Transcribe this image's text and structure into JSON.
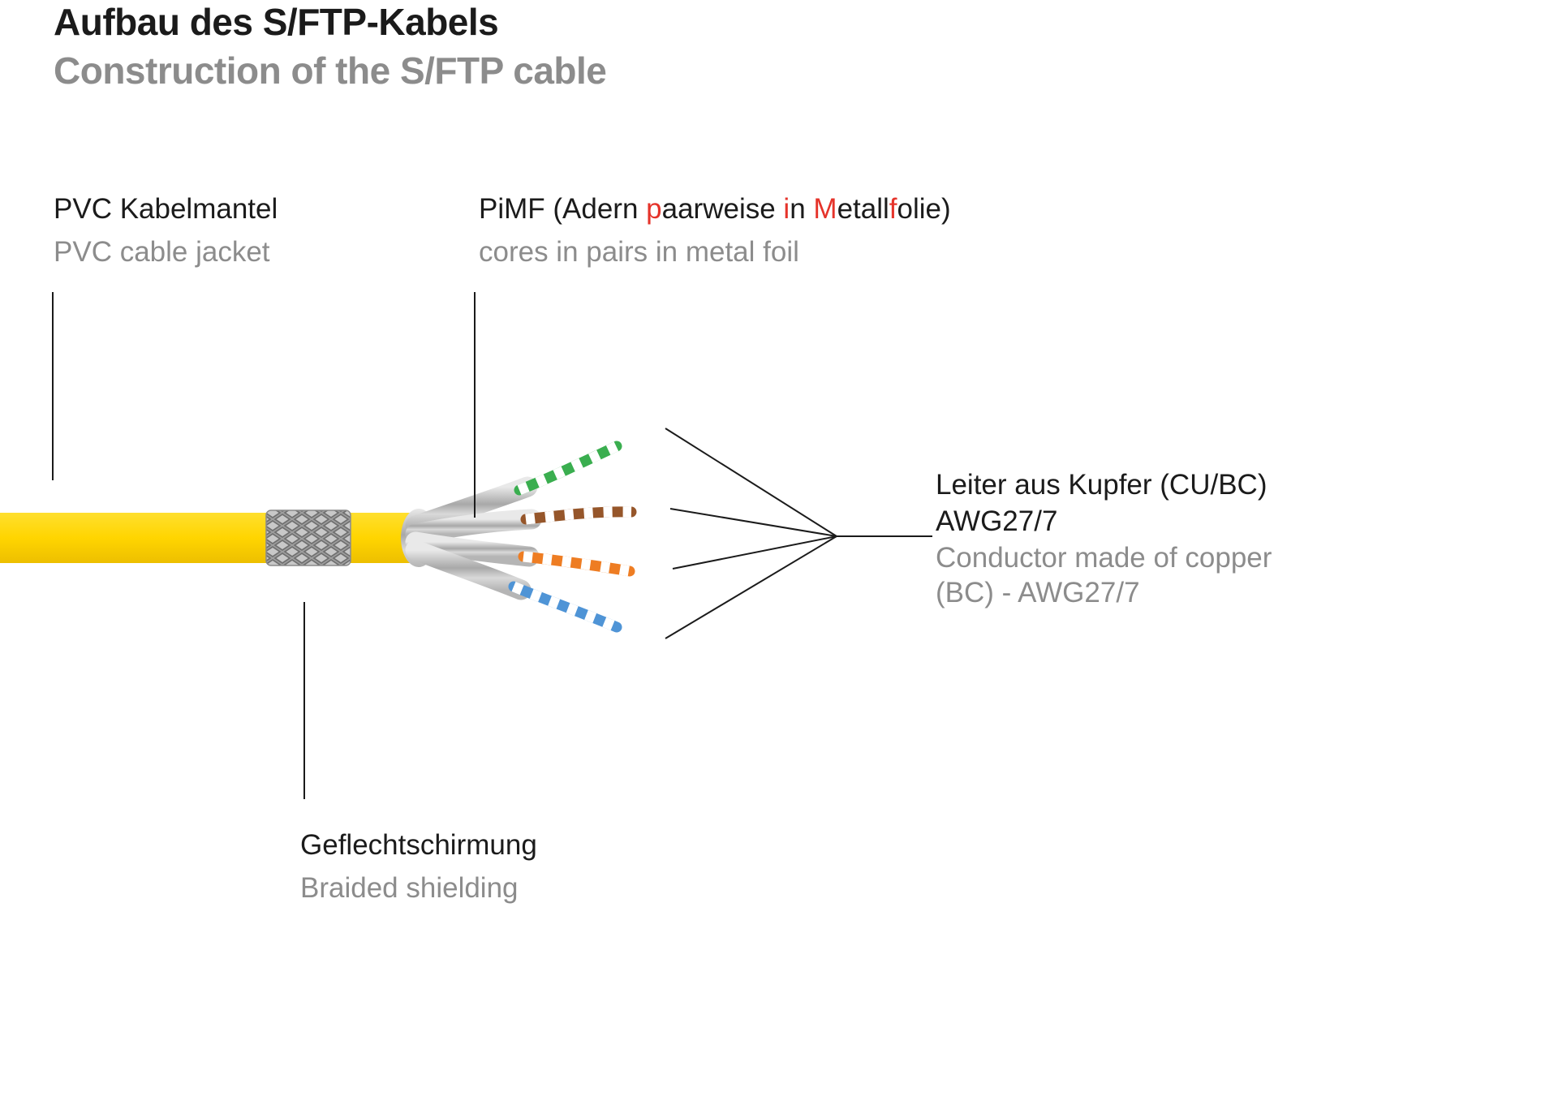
{
  "title": {
    "de": "Aufbau des S/FTP-Kabels",
    "en": "Construction of the S/FTP cable"
  },
  "labels": {
    "jacket": {
      "de": "PVC Kabelmantel",
      "en": "PVC cable jacket"
    },
    "pimf": {
      "seg1": "PiMF (Adern ",
      "seg2_red": "p",
      "seg3": "aarweise ",
      "seg4_red": "i",
      "seg5": "n ",
      "seg6_red": "M",
      "seg7": "etall",
      "seg8_red": "f",
      "seg9": "olie)",
      "en": "cores in pairs in metal foil"
    },
    "conductor": {
      "de1": "Leiter aus Kupfer (CU/BC)",
      "de2": "AWG27/7",
      "en1": "Conductor made of copper",
      "en2": "(BC) - AWG27/7"
    },
    "braid": {
      "de": "Geflechtschirmung",
      "en": "Braided shielding"
    }
  },
  "colors": {
    "text_black": "#1b1b1b",
    "text_gray": "#8c8c8c",
    "accent_red": "#e5332a",
    "cable_yellow": "#ffd500",
    "braid_gray": "#c8c8c8",
    "foil_silver": "#bdbdbd",
    "pair_green": "#3aae4f",
    "pair_brown": "#96562a",
    "pair_orange": "#ee7d23",
    "pair_blue": "#4f94d6",
    "leader_line": "#1b1b1b"
  }
}
